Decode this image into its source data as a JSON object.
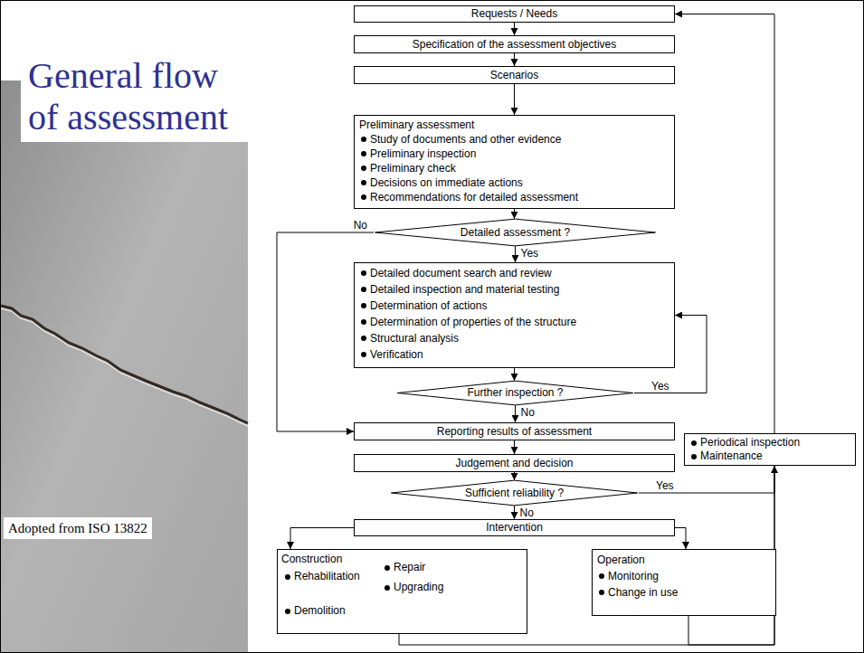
{
  "diagram": {
    "title": "General flow of assessment",
    "nodes": [
      {
        "text": [
          "Requests / Needs"
        ]
      },
      {
        "text": [
          "Specification of the assessment objectives"
        ]
      },
      {
        "text": [
          "Scenarios"
        ]
      },
      {
        "text": [
          "Preliminary assessment",
          "Study of documents and other evidence",
          "Preliminary inspection",
          "Preliminary check",
          "Decisions on immediate actions",
          "Recommendations for detailed assessment"
        ]
      },
      {
        "text": [
          "Detailed assessment ?"
        ]
      },
      {
        "text": [
          "Detailed document search and review",
          "Detailed inspection and material testing",
          "Determination of actions",
          "Determination of properties of the structure",
          "Structural analysis",
          "Verification"
        ]
      },
      {
        "text": [
          "Further inspection ?"
        ]
      },
      {
        "text": [
          "Reporting results of assessment"
        ]
      },
      {
        "text": [
          "Judgement and decision"
        ]
      },
      {
        "text": [
          "Sufficient reliability ?"
        ]
      },
      {
        "text": [
          "Intervention"
        ]
      },
      {
        "text": [
          "Construction",
          "Rehabilitation",
          "Repair",
          "Upgrading",
          "Demolition"
        ]
      },
      {
        "text": [
          "Operation",
          "Monitoring",
          "Change in use"
        ]
      },
      {
        "text": [
          "Periodical inspection",
          "Maintenance"
        ]
      }
    ],
    "edges": [
      {
        "from": 0,
        "to": 1,
        "arrow": "to"
      },
      {
        "from": 1,
        "to": 2,
        "arrow": "to"
      },
      {
        "from": 2,
        "to": 3,
        "arrow": "to"
      },
      {
        "from": 3,
        "to": 4,
        "arrow": "to"
      },
      {
        "from": 4,
        "to": 5,
        "label": "Yes",
        "arrow": "to"
      },
      {
        "from": 4,
        "to": 7,
        "label": "No",
        "arrow": "to"
      },
      {
        "from": 5,
        "to": 6,
        "arrow": "to"
      },
      {
        "from": 6,
        "to": 5,
        "label": "Yes",
        "arrow": "to"
      },
      {
        "from": 6,
        "to": 7,
        "label": "No",
        "arrow": "to"
      },
      {
        "from": 7,
        "to": 8,
        "arrow": "to"
      },
      {
        "from": 8,
        "to": 9,
        "arrow": "to"
      },
      {
        "from": 9,
        "to": 13,
        "label": "Yes",
        "arrow": "to"
      },
      {
        "from": 9,
        "to": 10,
        "label": "No",
        "arrow": "to"
      },
      {
        "from": 10,
        "to": 11,
        "arrow": "to"
      },
      {
        "from": 10,
        "to": 12,
        "arrow": "to"
      },
      {
        "from": 11,
        "to": 13,
        "arrow": "none"
      },
      {
        "from": 12,
        "to": 13,
        "arrow": "none"
      },
      {
        "from": 13,
        "to": 0,
        "arrow": "to"
      }
    ],
    "labels": [
      "Adopted from ISO 13822"
    ]
  }
}
